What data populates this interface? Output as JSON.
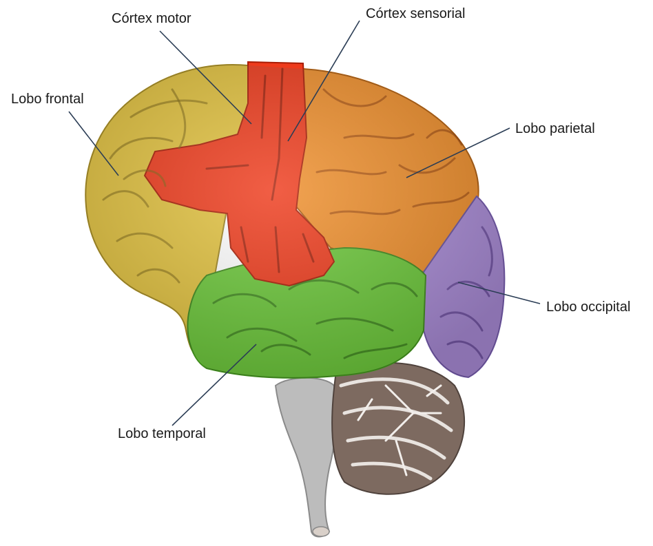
{
  "labels": {
    "motor_cortex": "Córtex motor",
    "sensory_cortex": "Córtex sensorial",
    "frontal_lobe": "Lobo frontal",
    "parietal_lobe": "Lobo parietal",
    "occipital_lobe": "Lobo occipital",
    "temporal_lobe": "Lobo temporal"
  },
  "regions": [
    {
      "key": "frontal_lobe",
      "color": "#e2c23f"
    },
    {
      "key": "motor_cortex",
      "color": "#ee3b1c"
    },
    {
      "key": "sensory_cortex",
      "color": "#ee3b1c"
    },
    {
      "key": "parietal_lobe",
      "color": "#ef8f2c"
    },
    {
      "key": "occipital_lobe",
      "color": "#a98bd6"
    },
    {
      "key": "temporal_lobe",
      "color": "#6cc83a"
    }
  ],
  "colors": {
    "cerebellum": "#7d6a60",
    "brainstem": "#bcbcbc",
    "leader_line": "#2b3d55"
  }
}
